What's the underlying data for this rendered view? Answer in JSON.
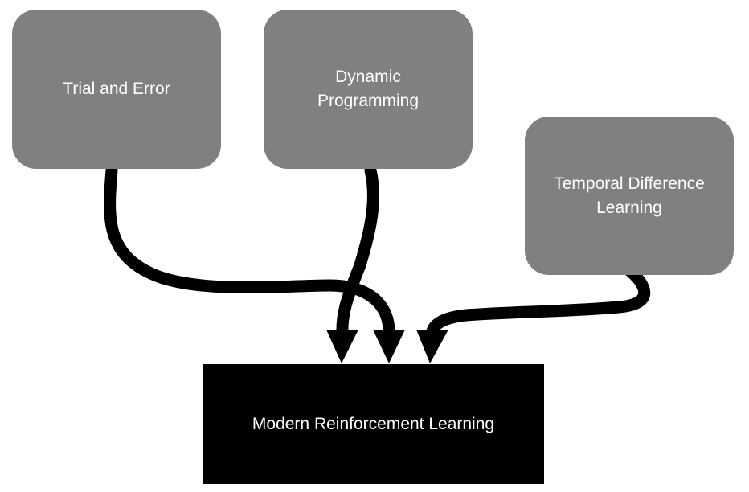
{
  "nodes": {
    "trial_and_error": "Trial and Error",
    "dynamic_programming": "Dynamic\nProgramming",
    "temporal_difference": "Temporal Difference\nLearning",
    "modern_rl": "Modern Reinforcement Learning"
  },
  "edges": [
    {
      "from": "Trial and Error",
      "to": "Modern Reinforcement Learning"
    },
    {
      "from": "Dynamic\nProgramming",
      "to": "Modern Reinforcement Learning"
    },
    {
      "from": "Temporal Difference\nLearning",
      "to": "Modern Reinforcement Learning"
    }
  ],
  "colors": {
    "source_box": "#808080",
    "target_box": "#000000",
    "arrow": "#000000",
    "text": "#ffffff"
  }
}
